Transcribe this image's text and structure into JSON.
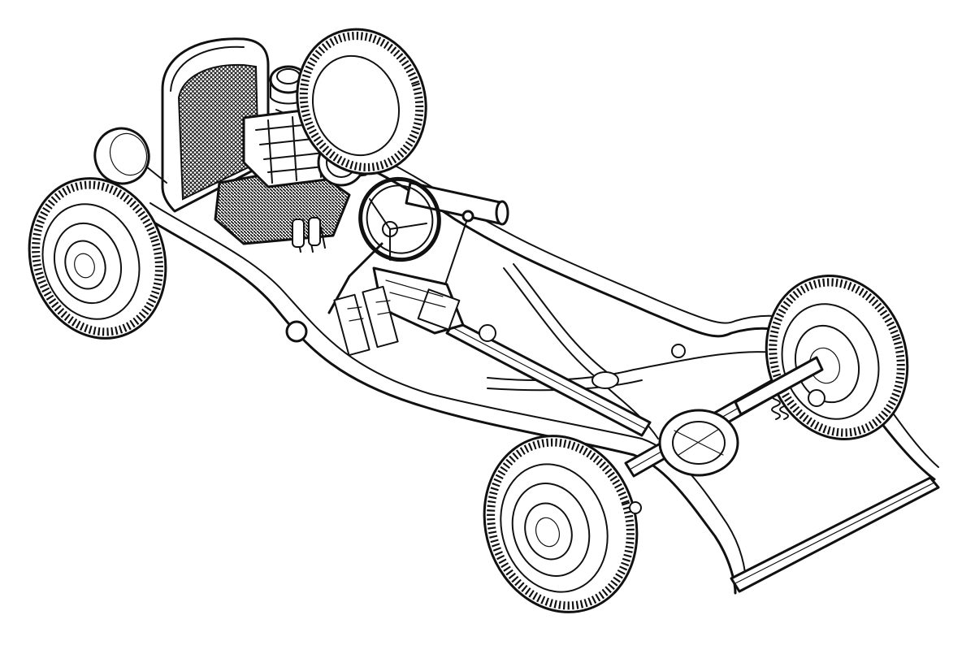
{
  "figure": {
    "kind": "isometric line drawing",
    "subject_parts": [
      "radiator-grille",
      "headlight",
      "front-wheel-left",
      "front-wheel-right",
      "rear-wheel-left",
      "rear-wheel-right",
      "v8-engine",
      "air-cleaners",
      "steering-wheel",
      "gear-shifter",
      "pedals",
      "transmission",
      "driveshaft",
      "rear-axle",
      "differential",
      "coil-spring",
      "frame-rail-left",
      "frame-rail-right",
      "cross-member",
      "rear-cross-bar",
      "exhaust-pipe"
    ]
  },
  "colors": {
    "background": "#ffffff",
    "ink": "#111111"
  }
}
